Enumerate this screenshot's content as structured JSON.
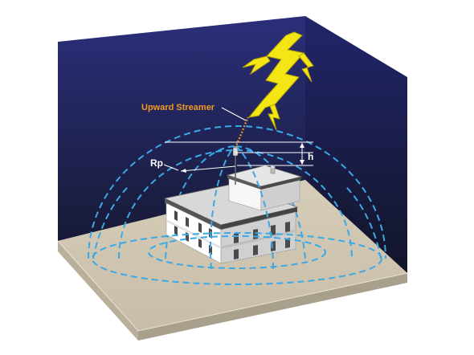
{
  "labels": {
    "upward_streamer": "Upward Streamer",
    "protection_radius": "Rp",
    "height": "h"
  },
  "colors": {
    "sky_top": "#2a2d78",
    "sky_bottom": "#161a30",
    "ground_top": "#cfc5b1",
    "ground_side": "#b8ae9a",
    "ground_edge": "#a39a88",
    "lightning": "#f2e411",
    "lightning_outline": "#b8a400",
    "streamer_label": "#f29a1f",
    "protection_zone": "#3aa9e6",
    "dimension_lines": "#ffffff",
    "building_light": "#ffffff",
    "building_shade": "#c8c8c8",
    "roof_trim": "#555555"
  }
}
